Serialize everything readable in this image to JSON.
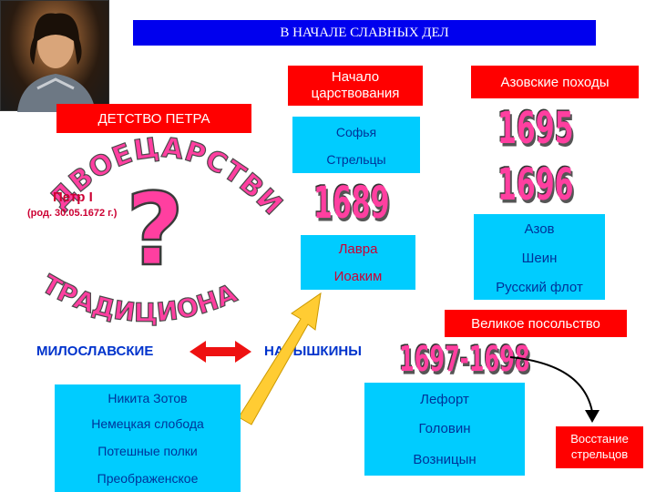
{
  "title": "В НАЧАЛЕ СЛАВНЫХ ДЕЛ",
  "childhood": "ДЕТСТВО ПЕТРА",
  "reign_start": "Начало царствования",
  "azov_campaigns": "Азовские походы",
  "peter": {
    "name": "Петр I",
    "born": "(род. 30.05.1672 г.)"
  },
  "dual_reign": "ДВОЕЦАРСТВИЕ",
  "question_mark": "?",
  "bottom_arc_text": "ТРАДИЦИОНАЛИЗМ",
  "sofya_box": [
    "Софья",
    "Стрельцы"
  ],
  "years": {
    "y1689": "1689",
    "y1695": "1695",
    "y1696": "1696",
    "y1697": "1697-1698"
  },
  "lavra_box": [
    "Лавра",
    "Иоаким"
  ],
  "azov_box": [
    "Азов",
    "Шеин",
    "Русский флот"
  ],
  "embassy": "Великое посольство",
  "miloslavskie": "МИЛОСЛАВСКИЕ",
  "naryshkiny": "НАРЫШКИНЫ",
  "left_box": [
    "Никита Зотов",
    "Немецкая слобода",
    "Потешные полки",
    "Преображенское"
  ],
  "center_box": [
    "Лефорт",
    "Головин",
    "Возницын"
  ],
  "uprising": [
    "Восстание",
    "стрельцов"
  ],
  "colors": {
    "red": "#ff0000",
    "cyan": "#00ccff",
    "title_blue": "#0000ee",
    "year_pink": "#ff3fa0"
  }
}
